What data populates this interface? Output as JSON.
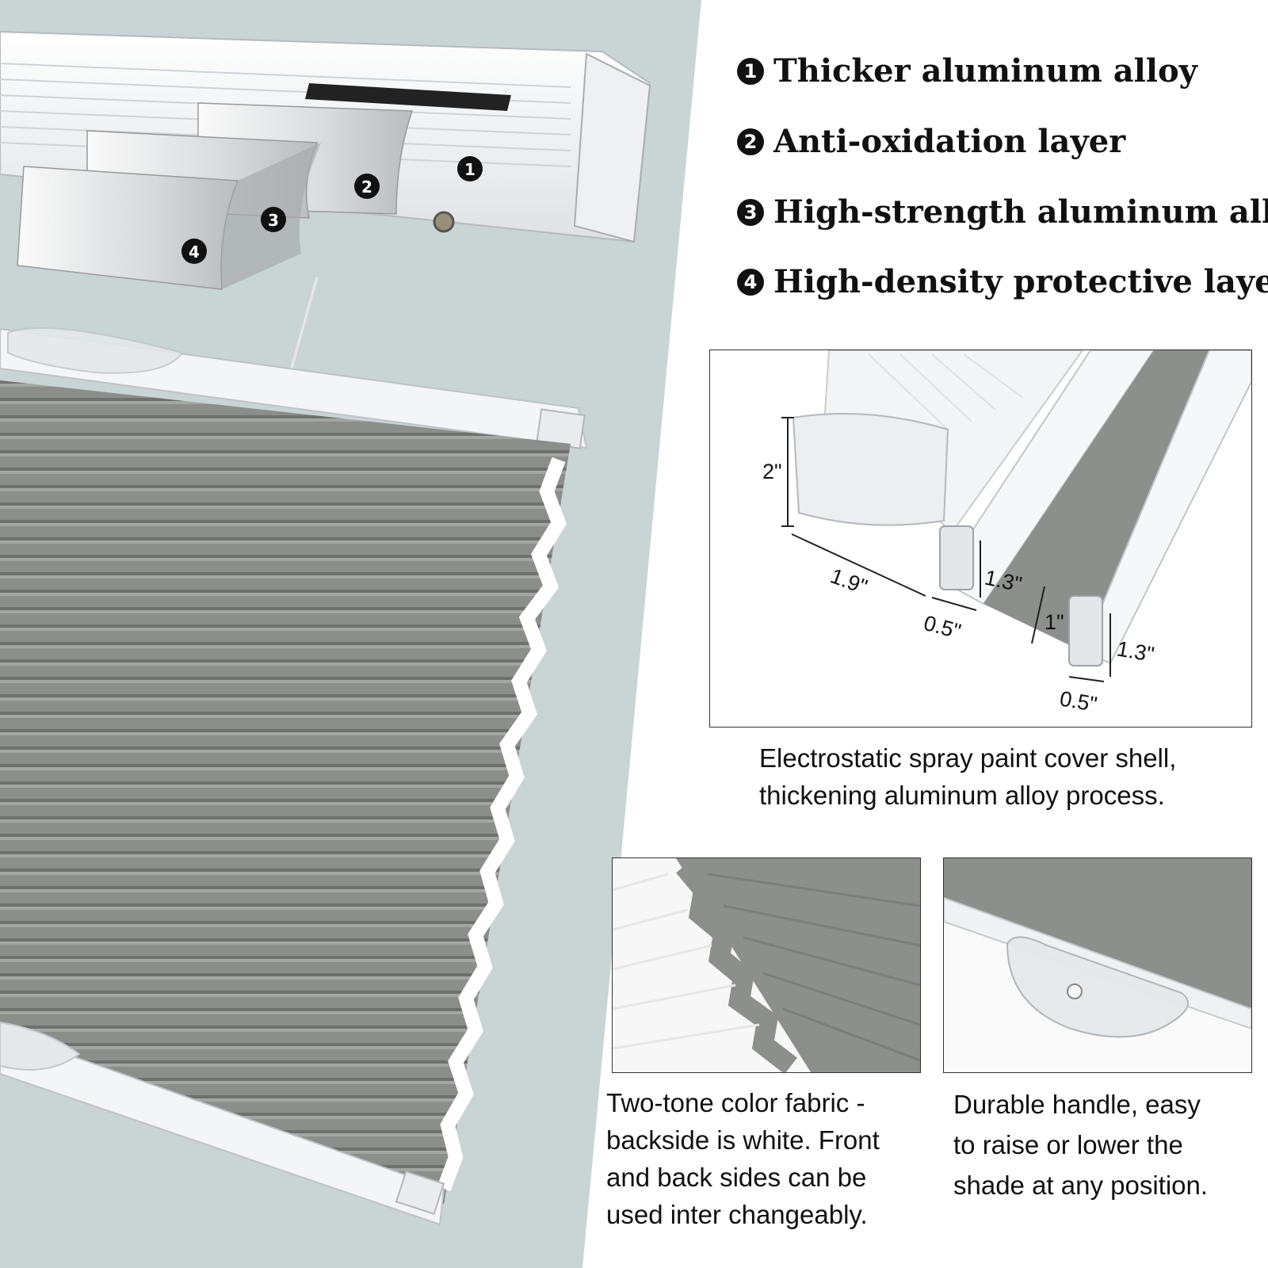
{
  "features": [
    {
      "num": "1",
      "label": "Thicker aluminum alloy"
    },
    {
      "num": "2",
      "label": "Anti-oxidation layer"
    },
    {
      "num": "3",
      "label": "High-strength aluminum alloy"
    },
    {
      "num": "4",
      "label": "High-density protective layer"
    }
  ],
  "callout_numbers": [
    "1",
    "2",
    "3",
    "4"
  ],
  "dimensions": {
    "height": "2\"",
    "depth": "1.9\"",
    "rail1_width": "0.5\"",
    "rail1_height": "1.3\"",
    "gap": "1\"",
    "rail2_height": "1.3\"",
    "rail2_width": "0.5\""
  },
  "captions": {
    "spray": [
      "Electrostatic spray paint cover shell,",
      "thickening aluminum alloy process."
    ],
    "fabric": [
      "Two-tone color fabric -",
      "backside is white. Front",
      "and back sides can be",
      "used inter changeably."
    ],
    "handle": [
      "Durable handle, easy",
      "to raise or lower the",
      "shade at any position."
    ]
  },
  "colors": {
    "background_gray": "#c9d4d5",
    "fabric_gray": "#8a8c8a",
    "rail_white": "#f4f5f6"
  }
}
